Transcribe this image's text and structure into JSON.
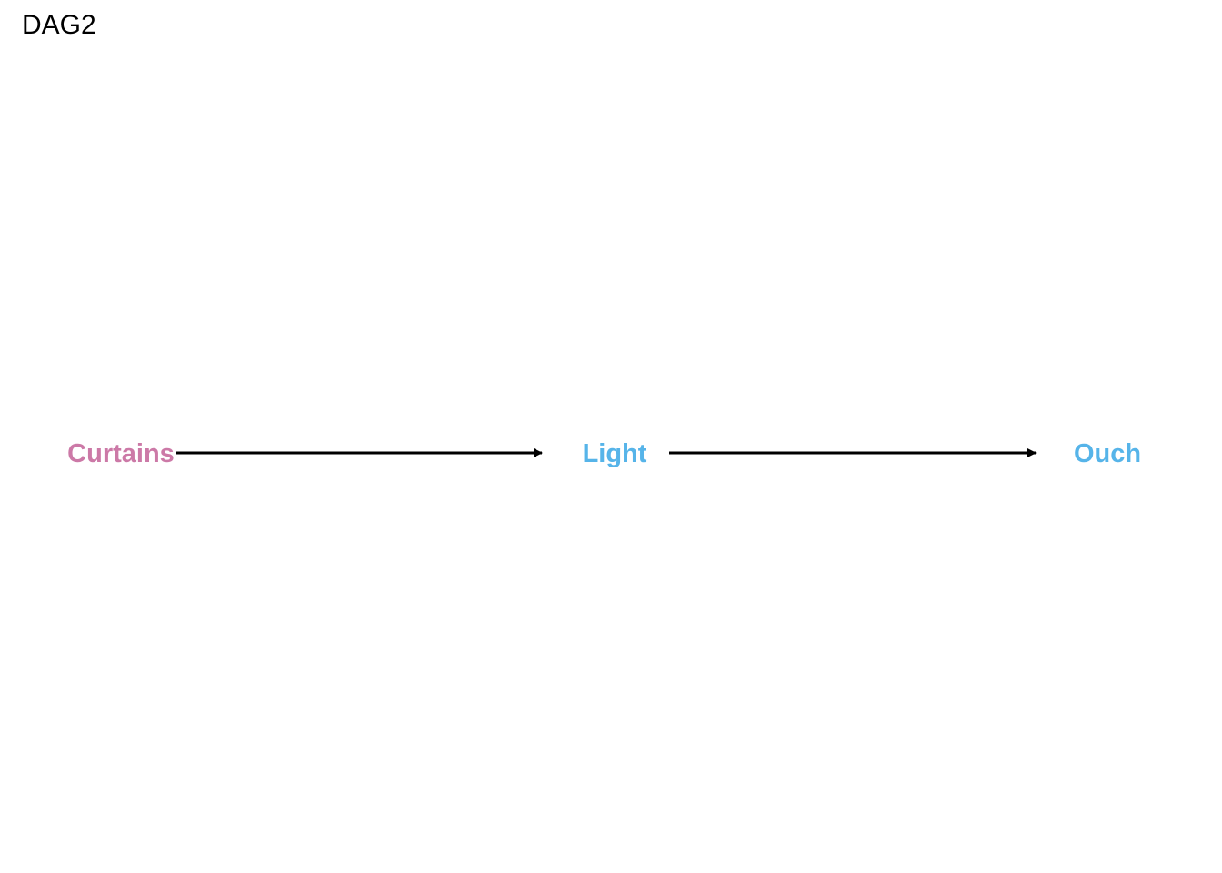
{
  "title": "DAG2",
  "colors": {
    "exposure": "#CC79A7",
    "other": "#56B4E9",
    "edge": "#000000"
  },
  "nodes": [
    {
      "id": "curtains",
      "label": "Curtains",
      "role": "exposure"
    },
    {
      "id": "light",
      "label": "Light",
      "role": "other"
    },
    {
      "id": "ouch",
      "label": "Ouch",
      "role": "other"
    }
  ],
  "edges": [
    {
      "from": "curtains",
      "to": "light"
    },
    {
      "from": "light",
      "to": "ouch"
    }
  ]
}
